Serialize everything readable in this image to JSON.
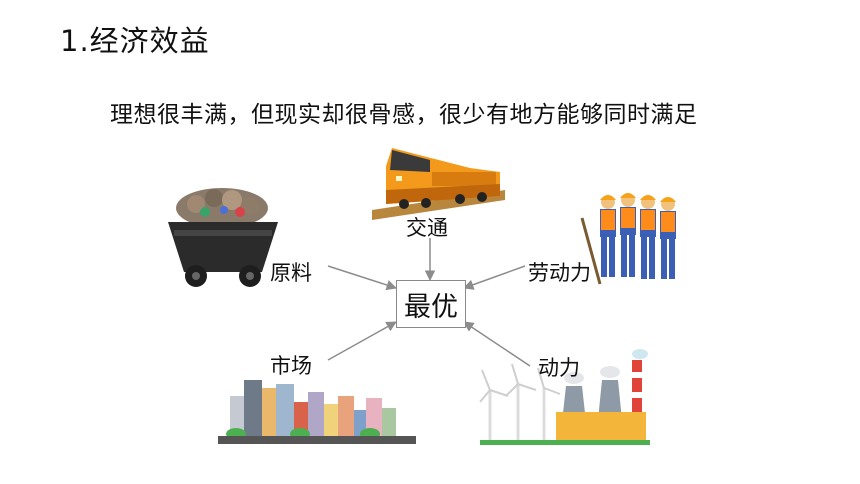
{
  "title": "1.经济效益",
  "subtitle": "理想很丰满，但现实却很骨感，很少有地方能够同时满足",
  "center": "最优",
  "factors": {
    "raw_materials": "原料",
    "transport": "交通",
    "labor": "劳动力",
    "market": "市场",
    "power": "动力"
  },
  "colors": {
    "arrow": "#8c8c8c",
    "box_border": "#8a8a8a",
    "train_body": "#f39a1d",
    "worker_vest": "#ff8c1a",
    "worker_suit": "#3b5fb5",
    "cart": "#2b2b2b",
    "chimney_red": "#e0433a",
    "plant_gray": "#8e9aa6"
  }
}
